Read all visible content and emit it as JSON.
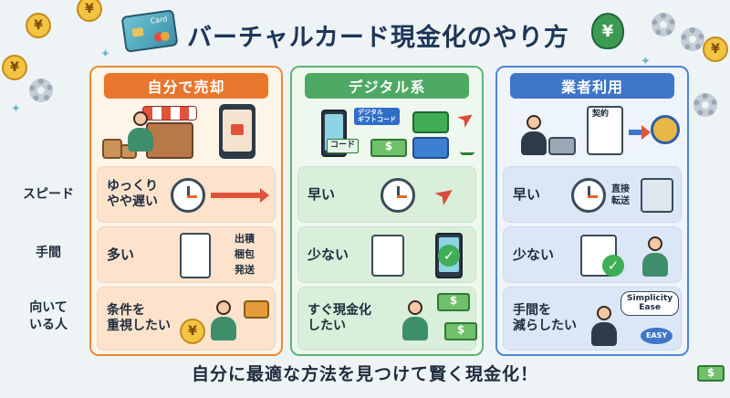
{
  "header": {
    "title": "バーチャルカード現金化のやり方",
    "card_brand_text": "Card",
    "coin_symbol": "¥",
    "bag_symbol": "¥"
  },
  "rows": [
    "スピード",
    "手間",
    "向いて\nいる人"
  ],
  "columns": [
    {
      "header": "自分で売却",
      "speed": "ゆっくり\nやや遅い",
      "effort": "多い",
      "effort_steps": [
        "出積",
        "梱包",
        "発送"
      ],
      "suited": "条件を\n重視したい"
    },
    {
      "header": "デジタル系",
      "illus_tag_text": "デジタル\nギフトコード",
      "illus_code_text": "コード",
      "speed": "早い",
      "effort": "少ない",
      "suited": "すぐ現金化\nしたい"
    },
    {
      "header": "業者利用",
      "illus_contract_text": "契約",
      "speed": "早い",
      "speed_note": "直接\n転送",
      "effort": "少ない",
      "suited": "手間を\n減らしたい",
      "bubble_text": "Simplicity\nEase",
      "button_text": "EASY"
    }
  ],
  "footer": "自分に最適な方法を見つけて賢く現金化！",
  "colors": {
    "orange": "#e9762d",
    "green": "#4da864",
    "blue": "#3f76c8",
    "title": "#1d3558"
  }
}
